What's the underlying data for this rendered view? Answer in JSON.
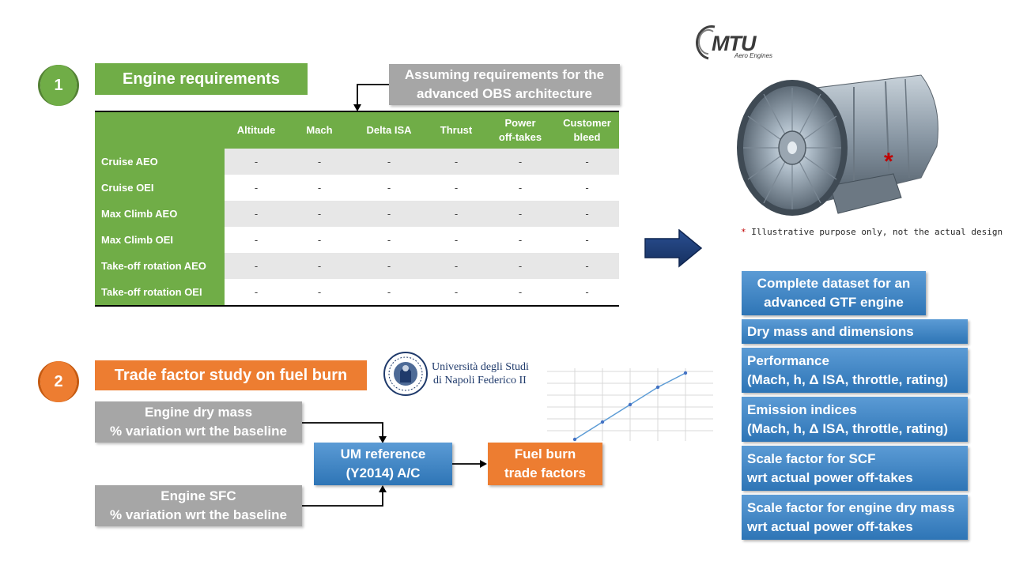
{
  "step1": {
    "number": "1",
    "title": "Engine requirements",
    "note": [
      "Assuming requirements for the",
      "advanced OBS architecture"
    ],
    "table": {
      "columns": [
        {
          "lines": [
            "Altitude"
          ]
        },
        {
          "lines": [
            "Mach"
          ]
        },
        {
          "lines": [
            "Delta ISA"
          ]
        },
        {
          "lines": [
            "Thrust"
          ]
        },
        {
          "lines": [
            "Power",
            "off-takes"
          ]
        },
        {
          "lines": [
            "Customer",
            "bleed"
          ]
        }
      ],
      "rows": [
        {
          "label": "Cruise AEO",
          "values": [
            "-",
            "-",
            "-",
            "-",
            "-",
            "-"
          ]
        },
        {
          "label": "Cruise OEI",
          "values": [
            "-",
            "-",
            "-",
            "-",
            "-",
            "-"
          ]
        },
        {
          "label": "Max Climb AEO",
          "values": [
            "-",
            "-",
            "-",
            "-",
            "-",
            "-"
          ]
        },
        {
          "label": "Max Climb OEI",
          "values": [
            "-",
            "-",
            "-",
            "-",
            "-",
            "-"
          ]
        },
        {
          "label": "Take-off rotation AEO",
          "values": [
            "-",
            "-",
            "-",
            "-",
            "-",
            "-"
          ]
        },
        {
          "label": "Take-off rotation OEI",
          "values": [
            "-",
            "-",
            "-",
            "-",
            "-",
            "-"
          ]
        }
      ]
    }
  },
  "step2": {
    "number": "2",
    "title": "Trade factor study on fuel burn",
    "university": {
      "line1": "Università degli Studi",
      "line2": "di Napoli Federico II"
    },
    "mass_box": [
      "Engine dry mass",
      "% variation wrt the baseline"
    ],
    "sfc_box": [
      "Engine SFC",
      "% variation wrt the baseline"
    ],
    "um_box": [
      "UM reference",
      "(Y2014) A/C"
    ],
    "fuel_box": [
      "Fuel burn",
      "trade factors"
    ]
  },
  "mtu": {
    "logo": "MTU",
    "logo_sub": "Aero Engines",
    "asterisk": "*",
    "disclaimer_star": "*",
    "disclaimer": "Illustrative purpose only, not the actual design"
  },
  "dataset": {
    "header": [
      "Complete dataset for an",
      "advanced GTF engine"
    ],
    "items": [
      {
        "lines": [
          "Dry mass and dimensions"
        ]
      },
      {
        "lines": [
          "Performance",
          "(Mach, h, Δ ISA, throttle, rating)"
        ]
      },
      {
        "lines": [
          "Emission indices",
          "(Mach, h, Δ ISA, throttle, rating)"
        ]
      },
      {
        "lines": [
          "Scale factor for SCF",
          "wrt actual power off-takes"
        ]
      },
      {
        "lines": [
          "Scale factor for engine dry mass",
          "wrt actual power off-takes"
        ]
      }
    ]
  },
  "colors": {
    "green": "#70ad47",
    "orange": "#ed7d31",
    "grey": "#a6a6a6",
    "blue": "#2e75b6",
    "navy": "#1f3f7a",
    "red": "#c00000"
  }
}
